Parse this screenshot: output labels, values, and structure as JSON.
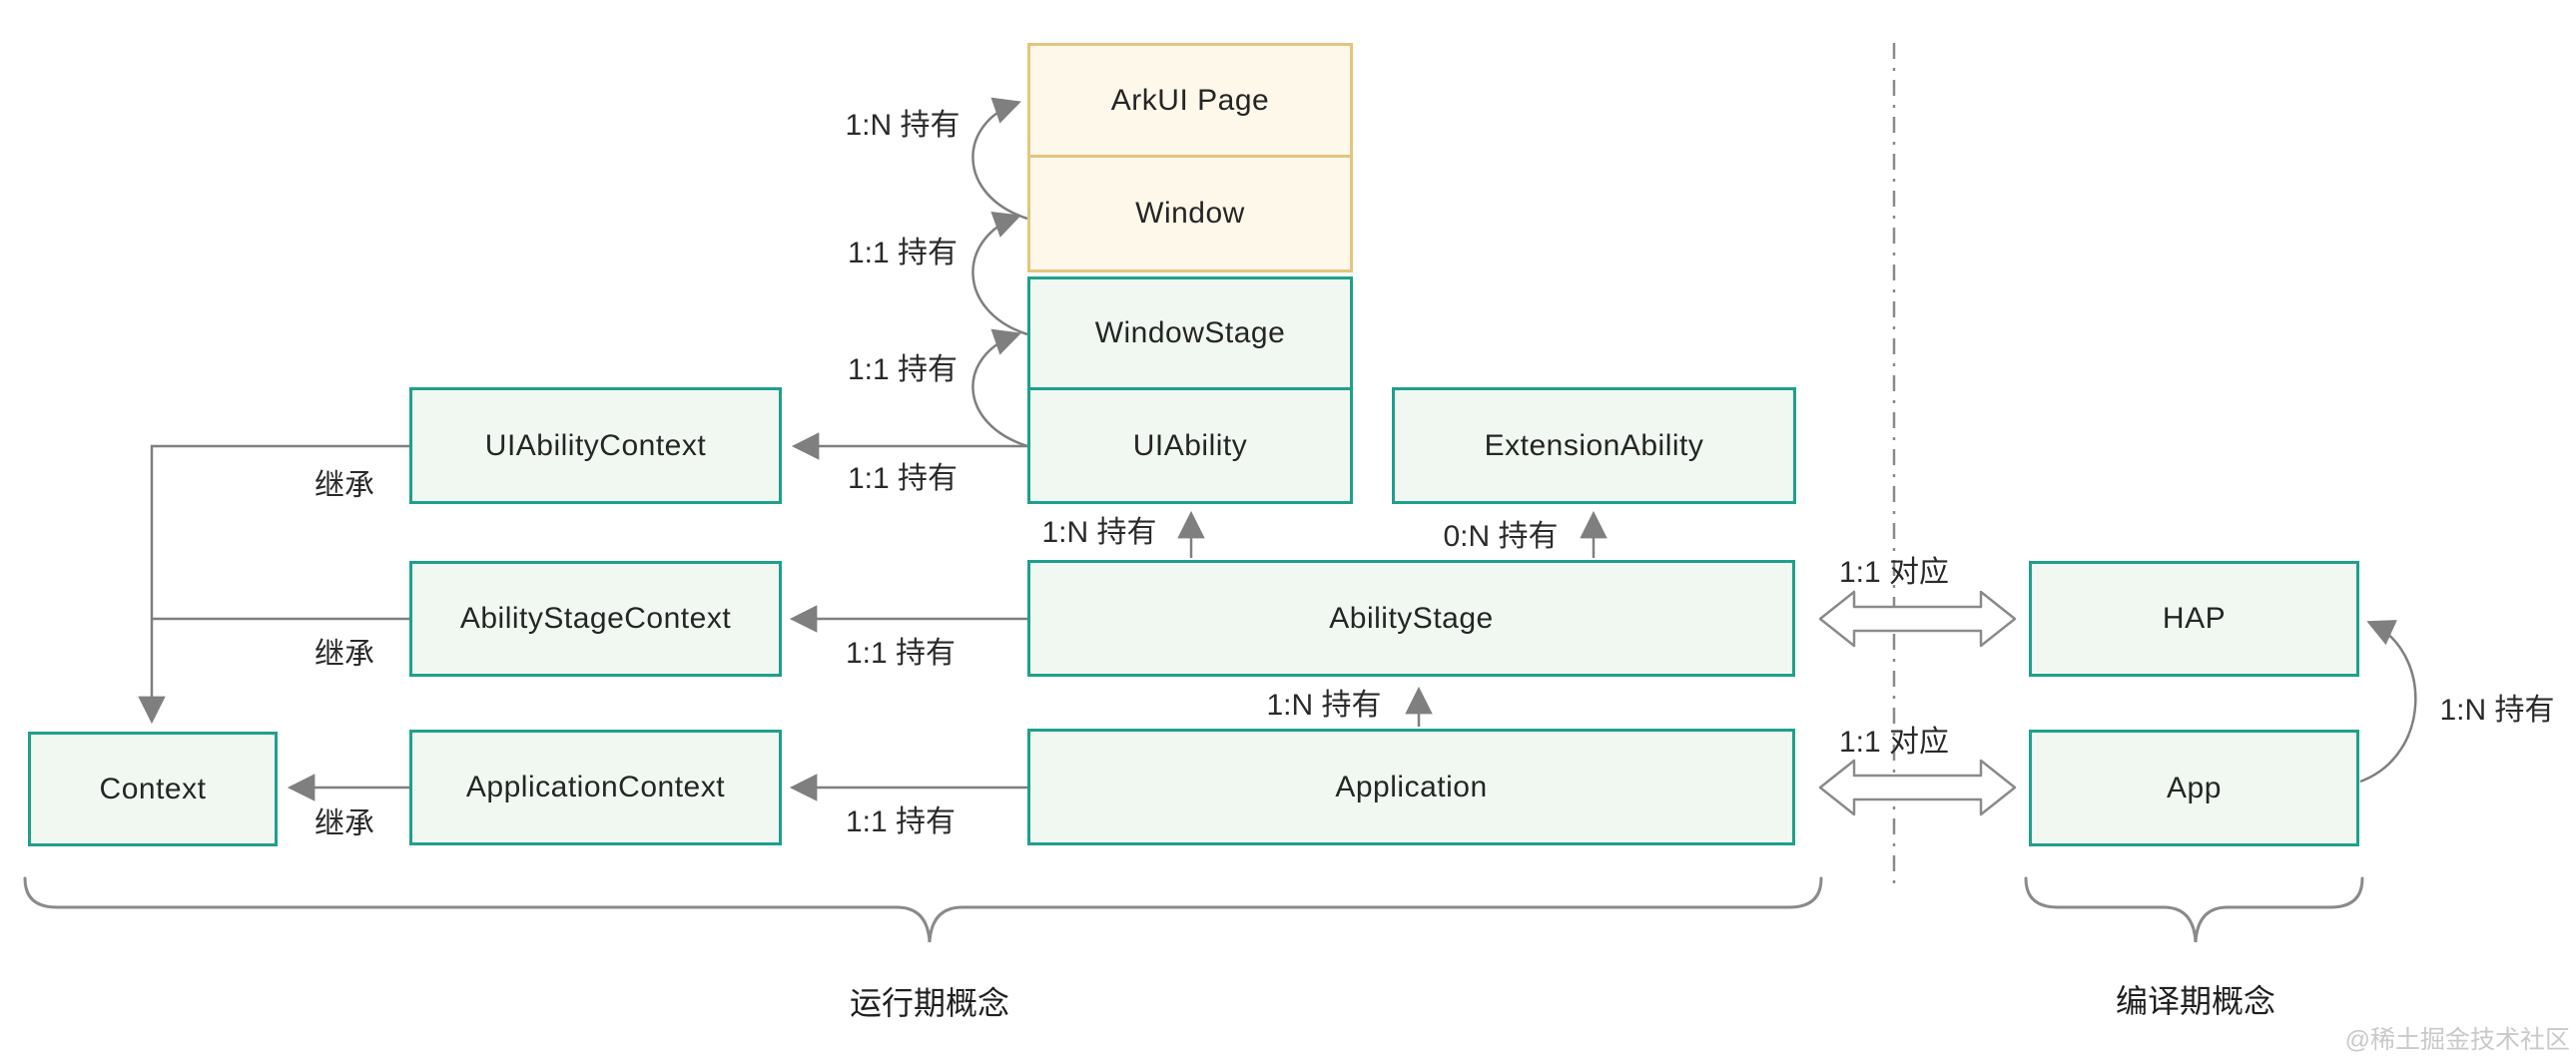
{
  "nodes": {
    "arkui_page": {
      "label": "ArkUI Page"
    },
    "window": {
      "label": "Window"
    },
    "window_stage": {
      "label": "WindowStage"
    },
    "ui_ability": {
      "label": "UIAbility"
    },
    "extension_ability": {
      "label": "ExtensionAbility"
    },
    "ui_ability_context": {
      "label": "UIAbilityContext"
    },
    "ability_stage_context": {
      "label": "AbilityStageContext"
    },
    "application_context": {
      "label": "ApplicationContext"
    },
    "context": {
      "label": "Context"
    },
    "ability_stage": {
      "label": "AbilityStage"
    },
    "application": {
      "label": "Application"
    },
    "hap": {
      "label": "HAP"
    },
    "app": {
      "label": "App"
    }
  },
  "edges": {
    "window_holds_arkui_page": "1:N 持有",
    "windowstage_holds_window": "1:1 持有",
    "uiability_holds_windowstage": "1:1 持有",
    "uiability_holds_context": "1:1 持有",
    "abilitystage_holds_context": "1:1 持有",
    "application_holds_context": "1:1 持有",
    "uiabilitycontext_inherit": "继承",
    "abilitystagecontext_inherit": "继承",
    "applicationcontext_inherit": "继承",
    "abilitystage_holds_uiability": "1:N 持有",
    "abilitystage_holds_extension": "0:N 持有",
    "application_holds_abilitystage": "1:N 持有",
    "abilitystage_maps_hap": "1:1 对应",
    "application_maps_app": "1:1 对应",
    "app_holds_hap": "1:N 持有"
  },
  "groups": {
    "runtime_concepts": "运行期概念",
    "compile_concepts": "编译期概念"
  },
  "watermark": "@稀土掘金技术社区",
  "colors": {
    "box_green_fill": "#f1f8f2",
    "box_green_border": "#1ea08c",
    "box_yellow_fill": "#fdf8ea",
    "box_yellow_border": "#e3c57e",
    "line_gray": "#7f7f7f",
    "text": "#252525",
    "watermark_gray": "#c9c9c9"
  }
}
